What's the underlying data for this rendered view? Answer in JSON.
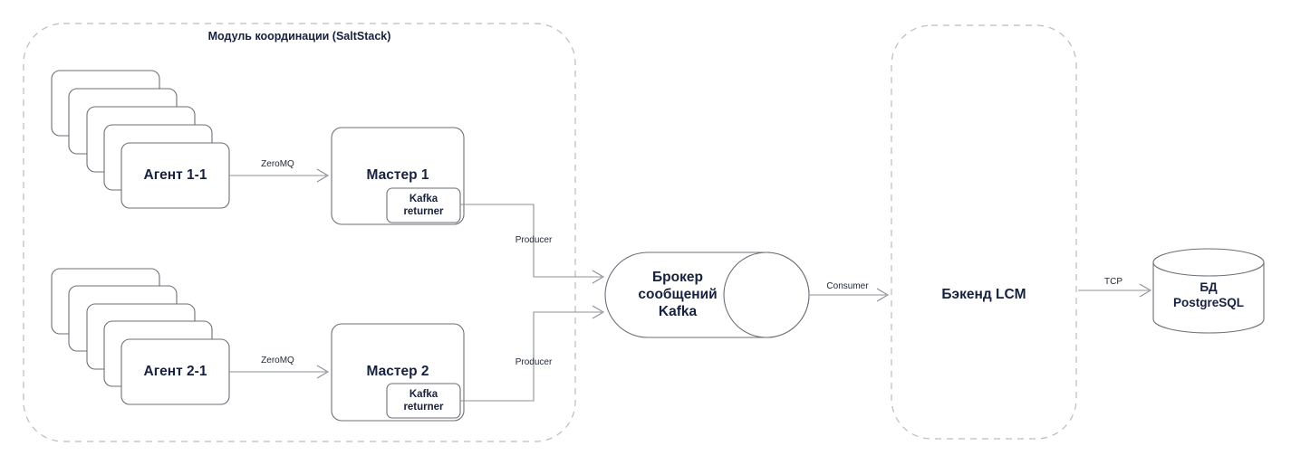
{
  "diagram": {
    "title": "Модуль координации (SaltStack)",
    "colors": {
      "node_stroke": "#6b6f76",
      "group_stroke": "#b9bcc2",
      "edge_stroke": "#8c9096",
      "text": "#16213f",
      "background": "#ffffff"
    },
    "groups": [
      {
        "id": "coordination",
        "label": "Модуль координации (SaltStack)",
        "style": "dashed-rounded"
      },
      {
        "id": "backend",
        "label": "",
        "style": "dashed-rounded"
      }
    ],
    "nodes": [
      {
        "id": "agent-1",
        "label": "Агент 1-1",
        "shape": "stacked-box",
        "stack_count": 5
      },
      {
        "id": "agent-2",
        "label": "Агент 2-1",
        "shape": "stacked-box",
        "stack_count": 5
      },
      {
        "id": "master-1",
        "label": "Мастер 1",
        "shape": "rounded-box"
      },
      {
        "id": "master-2",
        "label": "Мастер 2",
        "shape": "rounded-box"
      },
      {
        "id": "kafka-returner-1",
        "label": "Kafka\nreturner",
        "shape": "rounded-box"
      },
      {
        "id": "kafka-returner-2",
        "label": "Kafka\nreturner",
        "shape": "rounded-box"
      },
      {
        "id": "kafka-broker",
        "label": "Брокер\nсообщений\nKafka",
        "shape": "cylinder-horizontal"
      },
      {
        "id": "backend-lcm",
        "label": "Бэкенд LCM",
        "shape": "group-text"
      },
      {
        "id": "postgres-db",
        "label": "БД\nPostgreSQL",
        "shape": "cylinder-vertical"
      }
    ],
    "edges": [
      {
        "id": "agent1-to-master1",
        "label": "ZeroMQ",
        "from": "agent-1",
        "to": "master-1"
      },
      {
        "id": "agent2-to-master2",
        "label": "ZeroMQ",
        "from": "agent-2",
        "to": "master-2"
      },
      {
        "id": "returner1-to-kafka",
        "label": "Producer",
        "from": "kafka-returner-1",
        "to": "kafka-broker"
      },
      {
        "id": "returner2-to-kafka",
        "label": "Producer",
        "from": "kafka-returner-2",
        "to": "kafka-broker"
      },
      {
        "id": "kafka-to-backend",
        "label": "Consumer",
        "from": "kafka-broker",
        "to": "backend-lcm"
      },
      {
        "id": "backend-to-db",
        "label": "TCP",
        "from": "backend-lcm",
        "to": "postgres-db"
      }
    ]
  }
}
